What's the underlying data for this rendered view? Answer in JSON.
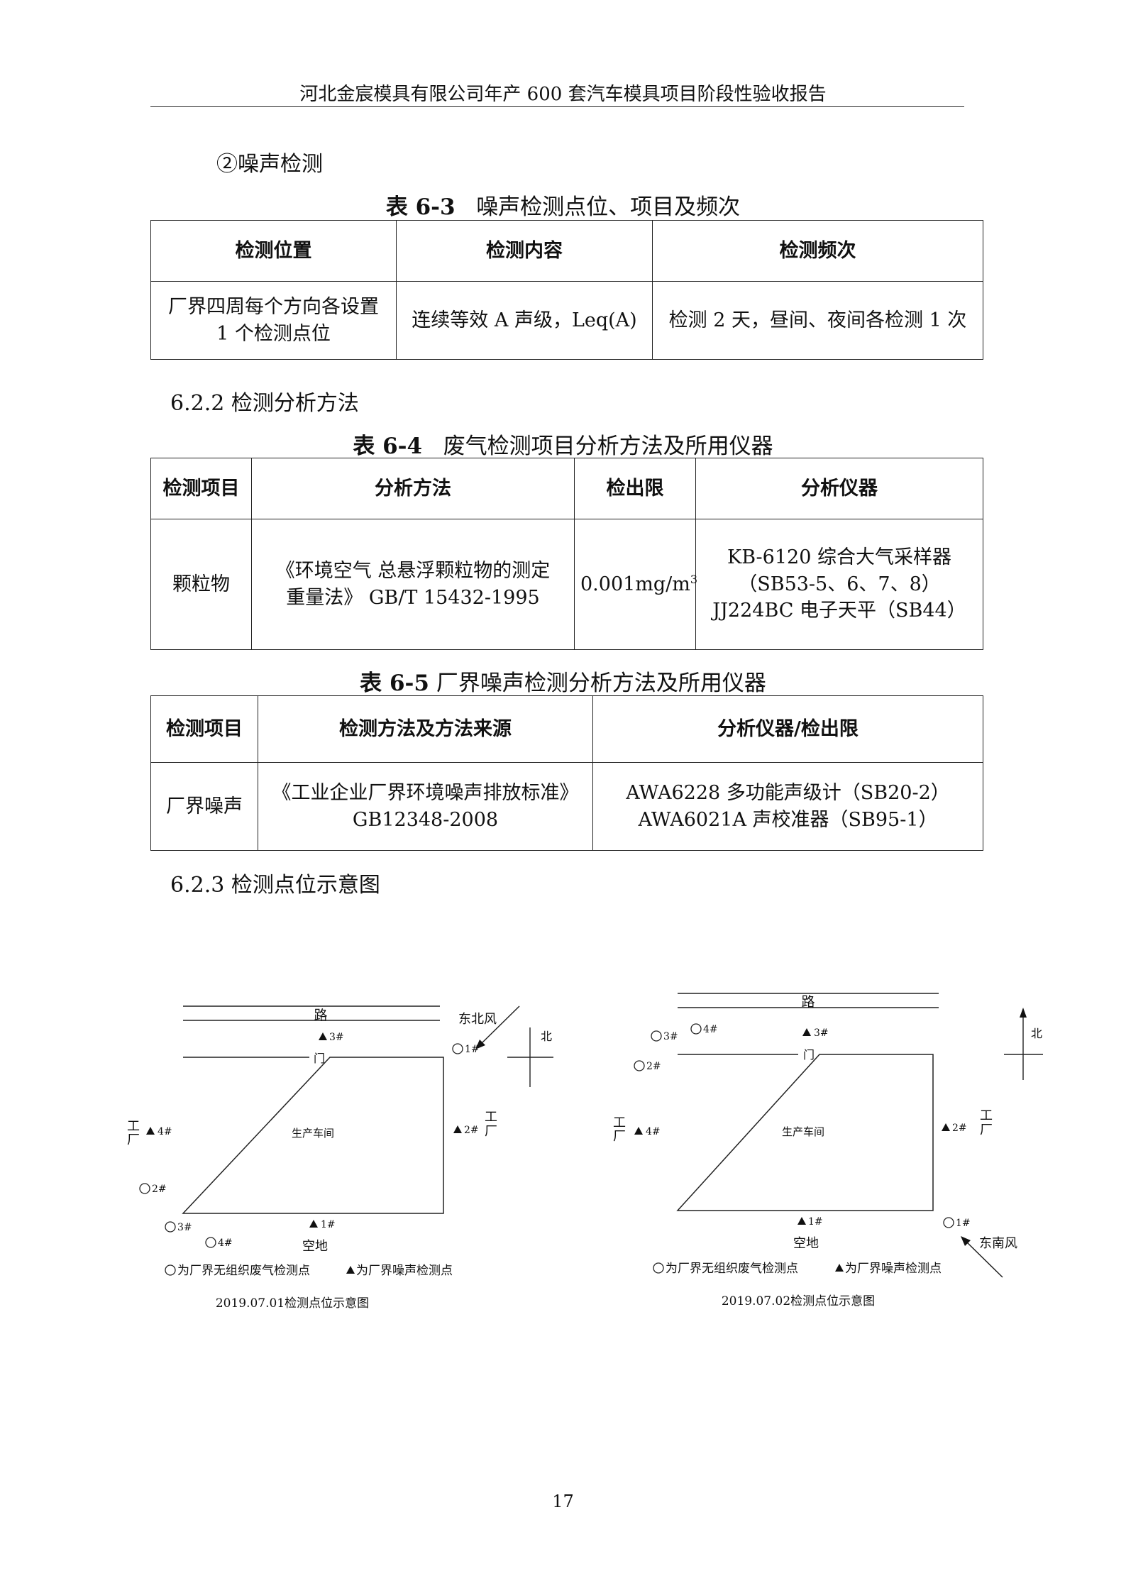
{
  "header": {
    "title": "河北金宸模具有限公司年产 600 套汽车模具项目阶段性验收报告"
  },
  "section_noise": "②噪声检测",
  "table3": {
    "caption_num": "表 6-3",
    "caption_text": "噪声检测点位、项目及频次",
    "headers": [
      "检测位置",
      "检测内容",
      "检测频次"
    ],
    "row": [
      "厂界四周每个方向各设置\n1 个检测点位",
      "连续等效 A 声级，Leq(A)",
      "检测 2 天，昼间、夜间各检测 1 次"
    ]
  },
  "section_622": "6.2.2 检测分析方法",
  "table4": {
    "caption_num": "表 6-4",
    "caption_text": "废气检测项目分析方法及所用仪器",
    "headers": [
      "检测项目",
      "分析方法",
      "检出限",
      "分析仪器"
    ],
    "row": {
      "item": "颗粒物",
      "method": "《环境空气  总悬浮颗粒物的测定\n重量法》 GB/T 15432-1995",
      "limit": "0.001mg/m",
      "limit_sup": "3",
      "instrument": "KB-6120 综合大气采样器\n（SB53-5、6、7、8）\nJJ224BC 电子天平（SB44）"
    }
  },
  "table5": {
    "caption_num": "表 6-5",
    "caption_text": "厂界噪声检测分析方法及所用仪器",
    "headers": [
      "检测项目",
      "检测方法及方法来源",
      "分析仪器/检出限"
    ],
    "row": [
      "厂界噪声",
      "《工业企业厂界环境噪声排放标准》\nGB12348-2008",
      "AWA6228 多功能声级计（SB20-2）\nAWA6021A 声校准器（SB95-1）"
    ]
  },
  "section_623": "6.2.3  检测点位示意图",
  "diagram1": {
    "road": "路",
    "gate": "门",
    "building": "生产车间",
    "bottom": "空地",
    "factory_left": [
      "工",
      "厂"
    ],
    "factory_right": [
      "工",
      "厂"
    ],
    "wind": "东北风",
    "north": "北",
    "noise_points": [
      "3#",
      "4#",
      "2#",
      "1#"
    ],
    "gas_points": [
      "1#",
      "2#",
      "3#",
      "4#"
    ],
    "legend_gas": "为厂界无组织废气检测点",
    "legend_noise": "为厂界噪声检测点",
    "caption": "2019.07.01检测点位示意图"
  },
  "diagram2": {
    "road": "路",
    "gate": "门",
    "building": "生产车间",
    "bottom": "空地",
    "factory_left": [
      "工",
      "厂"
    ],
    "factory_right": [
      "工",
      "厂"
    ],
    "wind": "东南风",
    "north": "北",
    "noise_points": [
      "3#",
      "4#",
      "2#",
      "1#"
    ],
    "gas_points": [
      "4#",
      "3#",
      "2#",
      "1#"
    ],
    "legend_gas": "为厂界无组织废气检测点",
    "legend_noise": "为厂界噪声检测点",
    "caption": "2019.07.02检测点位示意图"
  },
  "page_number": "17"
}
